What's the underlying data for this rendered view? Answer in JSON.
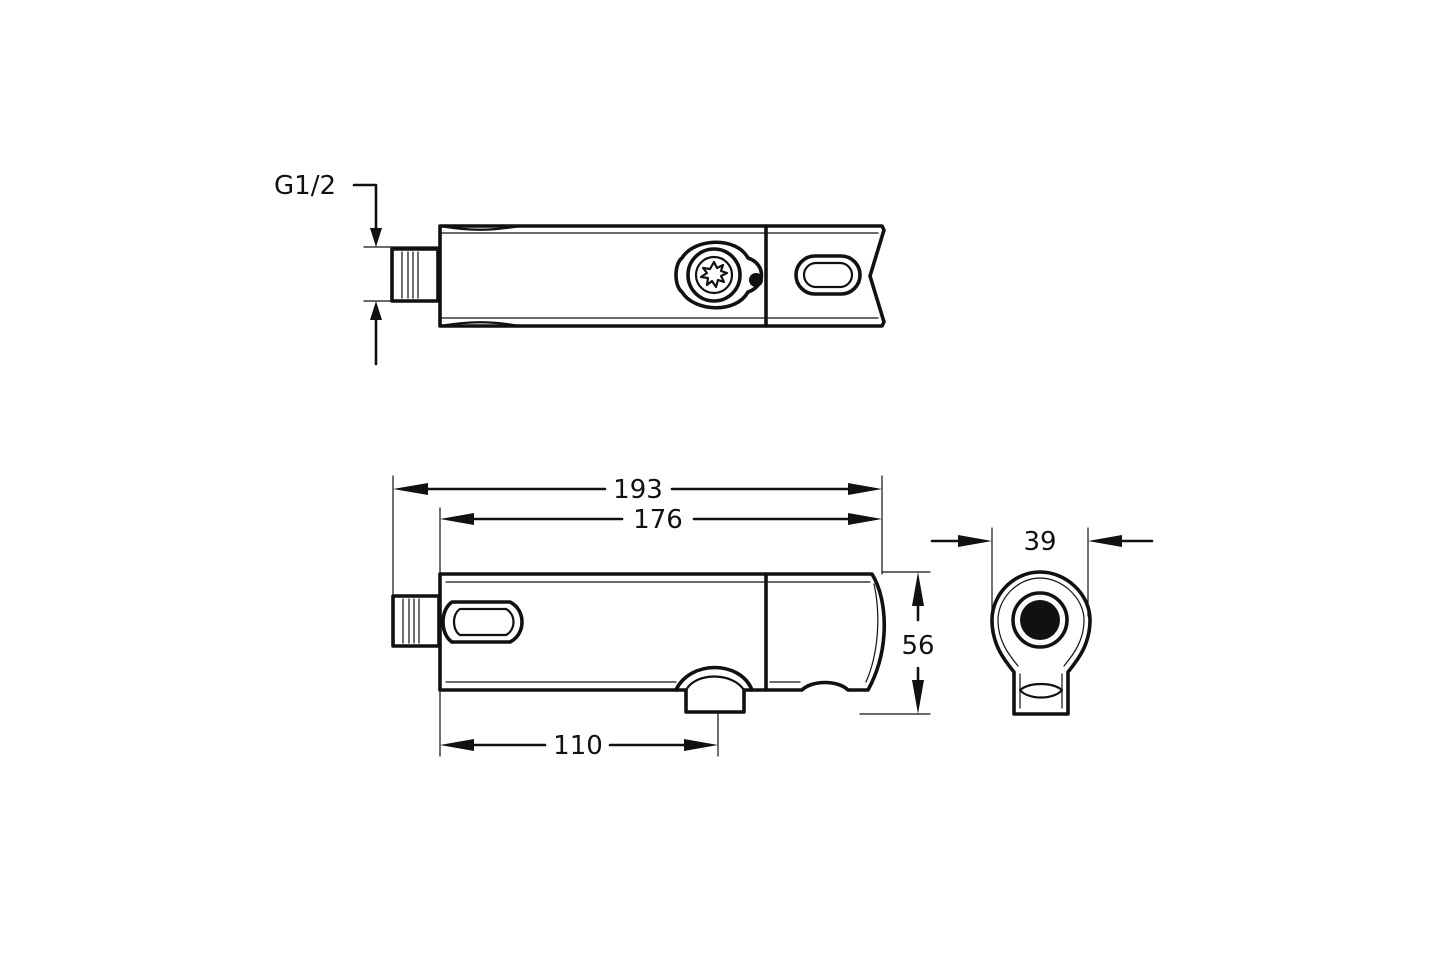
{
  "dimensions": {
    "thread": "G1/2",
    "overall_length": "193",
    "body_length": "176",
    "outlet_position": "110",
    "height": "56",
    "width": "39"
  }
}
